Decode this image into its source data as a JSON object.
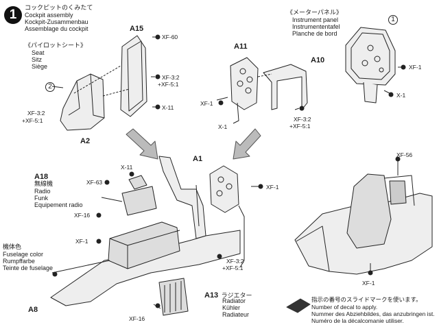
{
  "step": {
    "number": "1",
    "title_jp": "コックピットのくみたて",
    "title_en": "Cockpit assembly",
    "title_de": "Kockpit-Zusammenbau",
    "title_fr": "Assemblage du cockpit"
  },
  "seat": {
    "jp": "《パイロットシート》",
    "en": "Seat",
    "de": "Sitz",
    "fr": "Siège"
  },
  "instrument_panel": {
    "jp": "《メーターパネル》",
    "en": "Instrument panel",
    "de": "Instrumententafel",
    "fr": "Planche de bord"
  },
  "radio": {
    "part": "A18",
    "jp": "無線機",
    "en": "Radio",
    "de": "Funk",
    "fr": "Equipement radio"
  },
  "fuselage_color": {
    "jp": "機体色",
    "en": "Fuselage color",
    "de": "Rumpffarbe",
    "fr": "Teinte de fuselage"
  },
  "radiator": {
    "part": "A13",
    "jp": "ラジエター",
    "en": "Radiator",
    "de": "Kühler",
    "fr": "Radiateur"
  },
  "decal_note": {
    "jp": "指示の番号のスライドマークを使います。",
    "en": "Number of decal to apply.",
    "de": "Nummer des Abziehbildes, das anzubringen ist.",
    "fr": "Numéro de la décalcomanie utiliser."
  },
  "parts": {
    "a15": "A15",
    "a2": "A2",
    "a11": "A11",
    "a10": "A10",
    "a1": "A1",
    "a8": "A8"
  },
  "decal_markers": {
    "seat": "2",
    "panel": "1"
  },
  "paint": {
    "xf60": "XF-60",
    "xf32_a": "XF-3:2",
    "xf51_a": "+XF-5:1",
    "x11_a": "X-11",
    "xf32_b": "XF-3:2",
    "xf51_b": "+XF-5:1",
    "xf1_a": "XF-1",
    "x1_a": "X-1",
    "xf32_c": "XF-3:2",
    "xf51_c": "+XF-5:1",
    "xf1_b": "XF-1",
    "x1_b": "X-1",
    "x11_b": "X-11",
    "xf63": "XF-63",
    "xf16_a": "XF-16",
    "xf1_c": "XF-1",
    "xf1_d": "XF-1",
    "xf32_d": "XF-3:2",
    "xf51_d": "+XF-5:1",
    "xf56": "XF-56",
    "xf1_e": "XF-1",
    "xf16_b": "XF-16"
  }
}
